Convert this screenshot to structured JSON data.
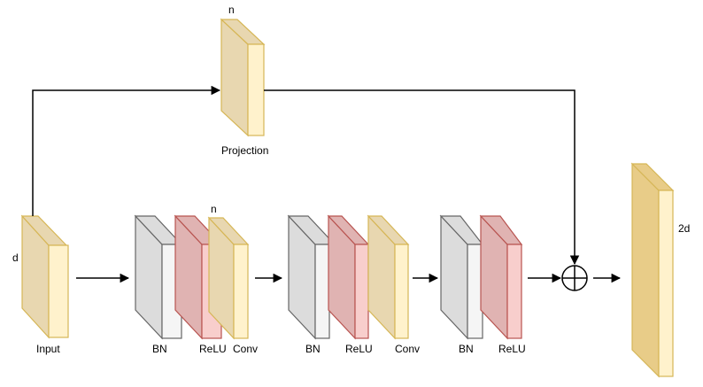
{
  "labels": {
    "projection_dim": "n",
    "projection": "Projection",
    "input_dim": "d",
    "input": "Input",
    "block1_dim": "n",
    "bn1": "BN",
    "relu1": "ReLU",
    "conv1": "Conv",
    "bn2": "BN",
    "relu2": "ReLU",
    "conv2": "Conv",
    "bn3": "BN",
    "relu3": "ReLU",
    "output_dim": "2d"
  },
  "colors": {
    "conv_front": "#fff2cc",
    "conv_side": "#e8d7b0",
    "conv_stroke": "#d6b656",
    "bn_front": "#f5f5f5",
    "bn_side": "#dcdcdc",
    "bn_stroke": "#666666",
    "relu_front": "#f8cecc",
    "relu_side": "#e0b3b2",
    "relu_stroke": "#b85450",
    "output_front": "#fff2cc",
    "output_side": "#e8cc88",
    "output_stroke": "#d6b656"
  }
}
